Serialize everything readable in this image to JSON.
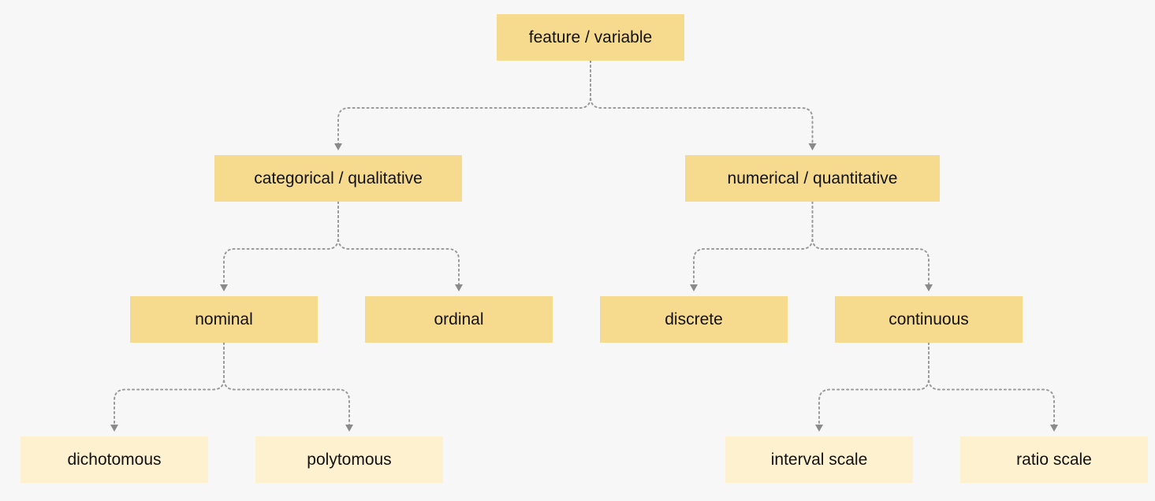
{
  "colors": {
    "background": "#f7f7f7",
    "node_primary": "#f6db8e",
    "node_leaf": "#fef1cf",
    "edge": "#9a9a9a",
    "arrow": "#8a8a8a",
    "text": "#111111"
  },
  "nodes": [
    {
      "id": "feature",
      "label": "feature / variable",
      "style": "primary"
    },
    {
      "id": "categorical",
      "label": "categorical / qualitative",
      "style": "primary"
    },
    {
      "id": "numerical",
      "label": "numerical / quantitative",
      "style": "primary"
    },
    {
      "id": "nominal",
      "label": "nominal",
      "style": "primary"
    },
    {
      "id": "ordinal",
      "label": "ordinal",
      "style": "primary"
    },
    {
      "id": "discrete",
      "label": "discrete",
      "style": "primary"
    },
    {
      "id": "continuous",
      "label": "continuous",
      "style": "primary"
    },
    {
      "id": "dichotomous",
      "label": "dichotomous",
      "style": "leaf"
    },
    {
      "id": "polytomous",
      "label": "polytomous",
      "style": "leaf"
    },
    {
      "id": "interval",
      "label": "interval scale",
      "style": "leaf"
    },
    {
      "id": "ratio",
      "label": "ratio scale",
      "style": "leaf"
    }
  ],
  "edges": [
    {
      "from": "feature",
      "to": "categorical"
    },
    {
      "from": "feature",
      "to": "numerical"
    },
    {
      "from": "categorical",
      "to": "nominal"
    },
    {
      "from": "categorical",
      "to": "ordinal"
    },
    {
      "from": "numerical",
      "to": "discrete"
    },
    {
      "from": "numerical",
      "to": "continuous"
    },
    {
      "from": "nominal",
      "to": "dichotomous"
    },
    {
      "from": "nominal",
      "to": "polytomous"
    },
    {
      "from": "continuous",
      "to": "interval"
    },
    {
      "from": "continuous",
      "to": "ratio"
    }
  ]
}
